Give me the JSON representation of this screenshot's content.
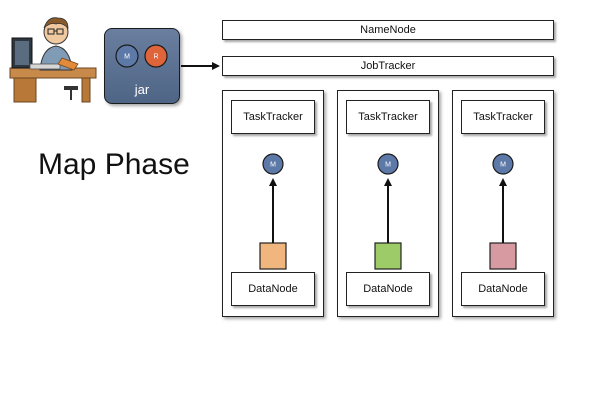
{
  "title": "Map Phase",
  "jar": {
    "label": "jar",
    "mapper": "M",
    "reducer": "R"
  },
  "namenode": {
    "label": "NameNode"
  },
  "jobtracker": {
    "label": "JobTracker"
  },
  "nodes": [
    {
      "tasktracker": "TaskTracker",
      "map": "M",
      "datanode": "DataNode",
      "block_color": "#F0B67D"
    },
    {
      "tasktracker": "TaskTracker",
      "map": "M",
      "datanode": "DataNode",
      "block_color": "#9CCB67"
    },
    {
      "tasktracker": "TaskTracker",
      "map": "M",
      "datanode": "DataNode",
      "block_color": "#D79AA0"
    }
  ],
  "colors": {
    "map_circle": "#5D79A8",
    "reduce_circle": "#E0643A",
    "jar_background": "#5B6F90"
  }
}
